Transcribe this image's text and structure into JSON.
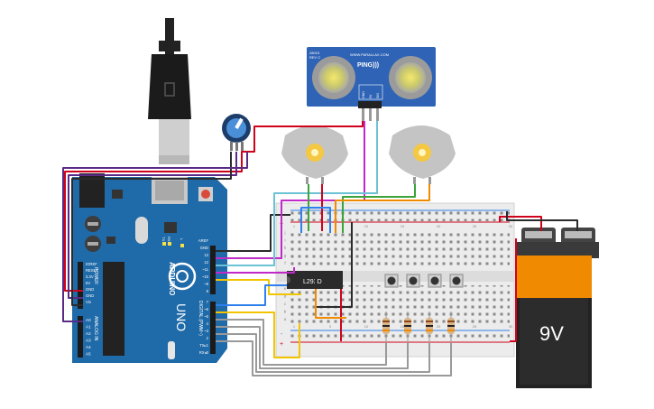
{
  "arduino": {
    "brand": "ARDUINO",
    "model": "UNO",
    "digital_label": "DIGITAL (PWM~)",
    "power_label": "POWER",
    "analog_label": "ANALOG IN",
    "tx_label": "TX",
    "rx_label": "RX",
    "l_label": "L",
    "top_pins": [
      "AREF",
      "GND",
      "13",
      "12",
      "~11",
      "~10",
      "~9",
      "8",
      "7",
      "~6",
      "~5",
      "4",
      "~3",
      "2",
      "TX▸1",
      "RX◂0"
    ],
    "power_pins": [
      "IOREF",
      "RESET",
      "3.3V",
      "5V",
      "GND",
      "GND",
      "Vin"
    ],
    "analog_pins": [
      "A0",
      "A1",
      "A2",
      "A3",
      "A4",
      "A5"
    ]
  },
  "sensor": {
    "model_line1": "28015",
    "model_line2": "REV C",
    "url": "WWW.PARALLAX.COM",
    "brand": "PING)))",
    "pins": [
      "GND",
      "5V",
      "SIG"
    ]
  },
  "driver_chip": {
    "label": "L293D"
  },
  "battery": {
    "label": "9V"
  },
  "breadboard": {
    "col_labels": [
      "1",
      "5",
      "10",
      "15",
      "20",
      "25",
      "30"
    ],
    "row_labels_top": [
      "j",
      "i",
      "h",
      "g",
      "f"
    ],
    "row_labels_bottom": [
      "e",
      "d",
      "c",
      "b",
      "a"
    ]
  },
  "colors": {
    "board": "#1f6aa8",
    "wire_red": "#d0021b",
    "wire_black": "#2b2b2b",
    "wire_purple": "#5b2a86",
    "wire_yellow": "#f2c500",
    "wire_green": "#3aa33a",
    "wire_orange": "#f08a00",
    "wire_blue": "#2f80ed",
    "wire_cyan": "#6cc3d5",
    "wire_gray": "#9a9a9a",
    "wire_magenta": "#c02ac8"
  }
}
